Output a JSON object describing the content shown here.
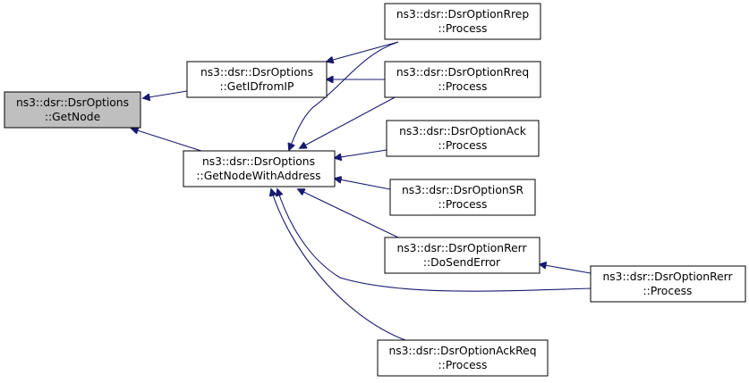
{
  "diagram": {
    "nodes": [
      {
        "id": "getnode",
        "lines": [
          "ns3::dsr::DsrOptions",
          "::GetNode"
        ],
        "highlighted": true
      },
      {
        "id": "getidfromip",
        "lines": [
          "ns3::dsr::DsrOptions",
          "::GetIDfromIP"
        ]
      },
      {
        "id": "getnodewithaddress",
        "lines": [
          "ns3::dsr::DsrOptions",
          "::GetNodeWithAddress"
        ]
      },
      {
        "id": "rrep_process",
        "lines": [
          "ns3::dsr::DsrOptionRrep",
          "::Process"
        ]
      },
      {
        "id": "rreq_process",
        "lines": [
          "ns3::dsr::DsrOptionRreq",
          "::Process"
        ]
      },
      {
        "id": "ack_process",
        "lines": [
          "ns3::dsr::DsrOptionAck",
          "::Process"
        ]
      },
      {
        "id": "sr_process",
        "lines": [
          "ns3::dsr::DsrOptionSR",
          "::Process"
        ]
      },
      {
        "id": "rerr_dosenderror",
        "lines": [
          "ns3::dsr::DsrOptionRerr",
          "::DoSendError"
        ]
      },
      {
        "id": "rerr_process",
        "lines": [
          "ns3::dsr::DsrOptionRerr",
          "::Process"
        ]
      },
      {
        "id": "ackreq_process",
        "lines": [
          "ns3::dsr::DsrOptionAckReq",
          "::Process"
        ]
      }
    ],
    "edges": [
      {
        "from": "getidfromip",
        "to": "getnode"
      },
      {
        "from": "getnodewithaddress",
        "to": "getnode"
      },
      {
        "from": "rrep_process",
        "to": "getidfromip"
      },
      {
        "from": "rreq_process",
        "to": "getidfromip"
      },
      {
        "from": "rrep_process",
        "to": "getnodewithaddress"
      },
      {
        "from": "rreq_process",
        "to": "getnodewithaddress"
      },
      {
        "from": "ack_process",
        "to": "getnodewithaddress"
      },
      {
        "from": "sr_process",
        "to": "getnodewithaddress"
      },
      {
        "from": "rerr_dosenderror",
        "to": "getnodewithaddress"
      },
      {
        "from": "rerr_process",
        "to": "getnodewithaddress"
      },
      {
        "from": "ackreq_process",
        "to": "getnodewithaddress"
      },
      {
        "from": "rerr_process",
        "to": "rerr_dosenderror"
      }
    ],
    "colors": {
      "edge": "#191970",
      "node_fill": "#ffffff",
      "highlight_fill": "#bfbfbf",
      "node_border": "#000000"
    }
  }
}
